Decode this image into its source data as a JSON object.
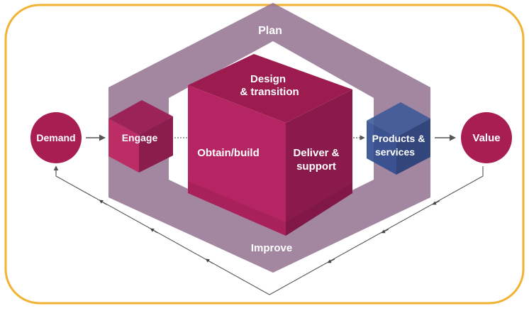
{
  "diagram": {
    "labels": {
      "plan": "Plan",
      "improve": "Improve",
      "design_line1": "Design",
      "design_line2": "& transition",
      "obtain_build": "Obtain/build",
      "deliver_line1": "Deliver &",
      "deliver_line2": "support",
      "engage": "Engage",
      "demand": "Demand",
      "products_line1": "Products &",
      "products_line2": "services",
      "value": "Value"
    },
    "colors": {
      "frame_border": "#f2b233",
      "plan_frame": "#8f6d8c",
      "cube_top": "#9c1c50",
      "cube_left": "#b62563",
      "cube_right": "#8a1a4b",
      "circle_fill": "#a81e52",
      "products_cube": "#2f4d8e",
      "arrow": "#555555"
    }
  }
}
